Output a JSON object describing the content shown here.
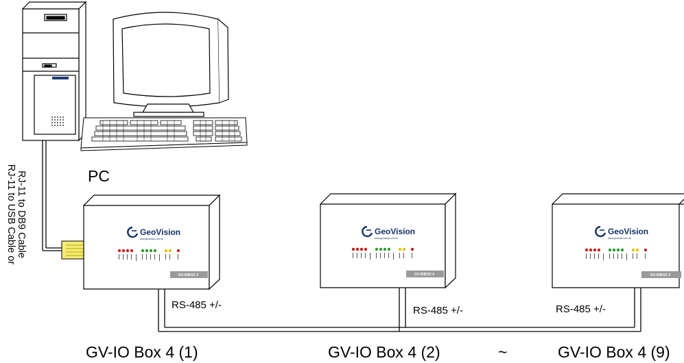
{
  "pc_label": "PC",
  "cable_label": {
    "line1": "RJ-11 to USB Cable or",
    "line2": "RJ-11 to DB9 Cable"
  },
  "rs485_label": "RS-485 +/-",
  "device": {
    "brand": "GeoVision",
    "url": "www.geovision.com.tw",
    "model_plate": "GV-IOBOX 4"
  },
  "boxes": [
    {
      "caption": "GV-IO Box 4 (1)"
    },
    {
      "caption": "GV-IO Box 4 (2)"
    },
    {
      "caption": "GV-IO Box 4 (9)"
    }
  ],
  "ellipsis_mark": "~",
  "colors": {
    "led_red": "#c81e1e",
    "led_green": "#2e9b2e",
    "led_yellow": "#e3c400",
    "plate_grey": "#9a9a9a",
    "brand_blue": "#14306b",
    "connector_yellow": "#f4ec76"
  }
}
